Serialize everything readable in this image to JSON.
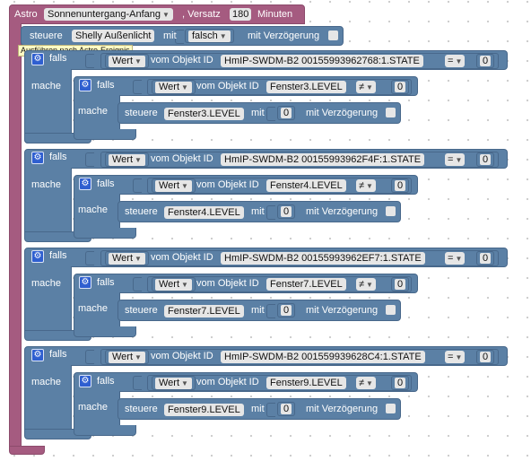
{
  "astro": {
    "label": "Astro",
    "event": "Sonnenuntergang-Anfang",
    "sep": ", Versatz",
    "offset": "180",
    "unit": "Minuten"
  },
  "tooltip": "Ausführen nach Astro-Ereignis",
  "steuere_top": {
    "label": "steuere",
    "target": "Shelly Außenlicht",
    "mit": "mit",
    "value": "falsch",
    "delay": "mit Verzögerung"
  },
  "labels": {
    "falls": "falls",
    "mache": "mache",
    "wert": "Wert",
    "vom": "vom Objekt ID",
    "steuere": "steuere",
    "mit": "mit",
    "delay": "mit Verzögerung"
  },
  "rules": [
    {
      "device": "HmIP-SWDM-B2 00155993962768:1.STATE",
      "op1": "=",
      "v1": "0",
      "level": "Fenster3.LEVEL",
      "op2": "≠",
      "v2": "0",
      "set": "0"
    },
    {
      "device": "HmIP-SWDM-B2 00155993962F4F:1.STATE",
      "op1": "=",
      "v1": "0",
      "level": "Fenster4.LEVEL",
      "op2": "≠",
      "v2": "0",
      "set": "0"
    },
    {
      "device": "HmIP-SWDM-B2 00155993962EF7:1.STATE",
      "op1": "=",
      "v1": "0",
      "level": "Fenster7.LEVEL",
      "op2": "≠",
      "v2": "0",
      "set": "0"
    },
    {
      "device": "HmIP-SWDM-B2 001559939628C4:1.STATE",
      "op1": "=",
      "v1": "0",
      "level": "Fenster9.LEVEL",
      "op2": "≠",
      "v2": "0",
      "set": "0"
    }
  ],
  "colors": {
    "trigger": "#a55b80",
    "logic": "#5b80a5",
    "field": "#e6e6e6",
    "gear": "#2f5fd0"
  }
}
